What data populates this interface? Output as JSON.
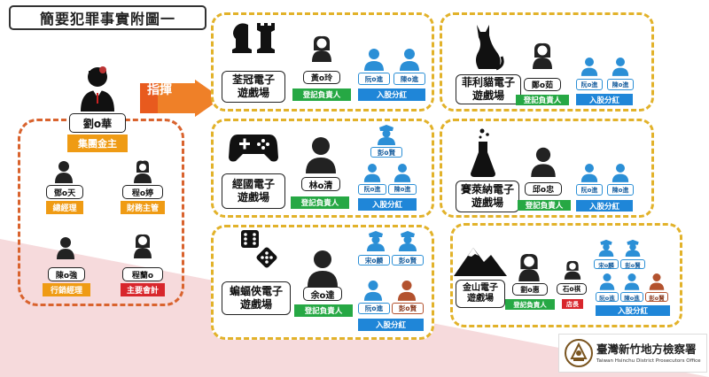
{
  "title": "簡要犯罪事實附圖一",
  "directive_label": "指揮",
  "boss": {
    "name": "劉o華",
    "role": "集團金主"
  },
  "staff": [
    {
      "name": "鄧o天",
      "role": "總經理"
    },
    {
      "name": "程o婷",
      "role": "財務主管"
    },
    {
      "name": "陳o強",
      "role": "行銷經理"
    },
    {
      "name": "程蘭o",
      "role": "主要會計"
    }
  ],
  "venues": [
    {
      "name_line1": "荃冠電子",
      "name_line2": "遊戲場",
      "manager": "黃o玲",
      "manager_tag": "登記負責人",
      "investors": [
        "阮o進",
        "陳o進"
      ],
      "investor_tag": "入股分紅"
    },
    {
      "name_line1": "菲利貓電子",
      "name_line2": "遊戲場",
      "manager": "鄭o茹",
      "manager_tag": "登記負責人",
      "investors": [
        "阮o進",
        "陳o進"
      ],
      "investor_tag": "入股分紅"
    },
    {
      "name_line1": "經國電子",
      "name_line2": "遊戲場",
      "manager": "林o清",
      "manager_tag": "登記負責人",
      "police": [
        "彭o賢"
      ],
      "investors": [
        "阮o進",
        "陳o進"
      ],
      "investor_tag": "入股分紅"
    },
    {
      "name_line1": "賽萊納電子",
      "name_line2": "遊戲場",
      "manager": "邱o忠",
      "manager_tag": "登記負責人",
      "investors": [
        "阮o進",
        "陳o進"
      ],
      "investor_tag": "入股分紅"
    },
    {
      "name_line1": "蝙蝠俠電子",
      "name_line2": "遊戲場",
      "manager": "余o達",
      "manager_tag": "登記負責人",
      "police": [
        "宋o麟",
        "彭o賢"
      ],
      "investors": [
        "阮o進",
        "彭o賢"
      ],
      "investor_tag": "入股分紅"
    },
    {
      "name_line1": "金山電子",
      "name_line2": "遊戲場",
      "manager": "劉o惠",
      "manager_tag": "登記負責人",
      "store_manager": "石o祺",
      "store_tag": "店長",
      "police": [
        "宋o麟",
        "彭o賢"
      ],
      "investors": [
        "阮o進",
        "陳o進",
        "彭o賢"
      ],
      "investor_tag": "入股分紅"
    }
  ],
  "logo": {
    "name": "臺灣新竹地方檢察署",
    "english": "Taiwan Hsinchu District Prosecutors Office"
  },
  "colors": {
    "gold": "#e2b22a",
    "orange": "#d9632e",
    "green": "#26a844",
    "blue": "#1f86d8",
    "red": "#d8262c",
    "arrow": "#e85a1e"
  }
}
